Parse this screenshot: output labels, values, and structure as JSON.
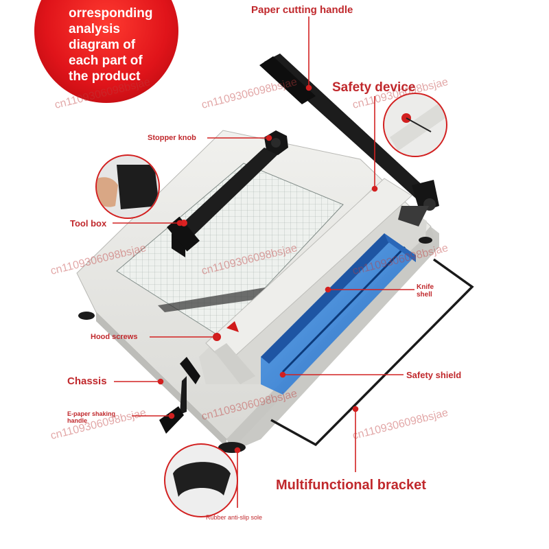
{
  "intro": {
    "lines": [
      "orresponding",
      "analysis",
      "diagram of",
      "each part of",
      "the product"
    ]
  },
  "labels": {
    "paper_cutting_handle": "Paper cutting handle",
    "safety_device": "Safety device",
    "stopper_knob": "Stopper knob",
    "tool_box": "Tool box",
    "knife_shell_line1": "Knife",
    "knife_shell_line2": "shell",
    "hood_screws": "Hood screws",
    "chassis": "Chassis",
    "safety_shield": "Safety shield",
    "paper_shaking_handle_line1": "E-paper shaking",
    "paper_shaking_handle_line2": "handle",
    "multifunctional_bracket": "Multifunctional bracket",
    "rubber_sole": "Rubber anti-slip sole"
  },
  "watermark": "cn1109306098bsjae",
  "colors": {
    "label_red": "#c0282c",
    "corner_red": "#e01a1a",
    "machine_body": "#e9e9e6",
    "blade_cover_blue": "#2f7fd6",
    "handle_black": "#222222"
  }
}
